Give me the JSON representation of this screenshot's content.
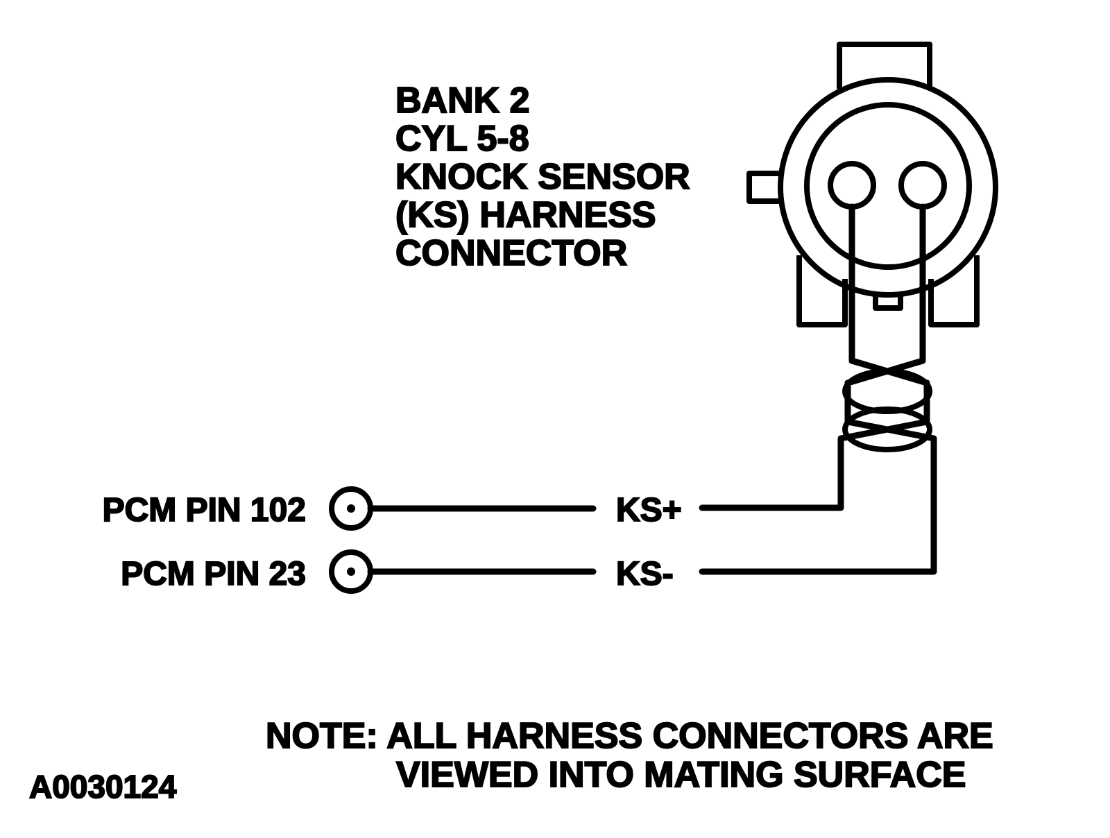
{
  "title_lines": [
    "BANK 2",
    "CYL 5-8",
    "KNOCK SENSOR",
    "(KS) HARNESS",
    "CONNECTOR"
  ],
  "pins": [
    {
      "label": "PCM PIN 102",
      "signal": "KS+"
    },
    {
      "label": "PCM PIN 23",
      "signal": "KS-"
    }
  ],
  "note": {
    "line1": "NOTE: ALL HARNESS CONNECTORS ARE",
    "line2": "VIEWED INTO MATING SURFACE"
  },
  "figure_id": "A0030124",
  "colors": {
    "ink": "#000000",
    "paper": "#ffffff"
  }
}
